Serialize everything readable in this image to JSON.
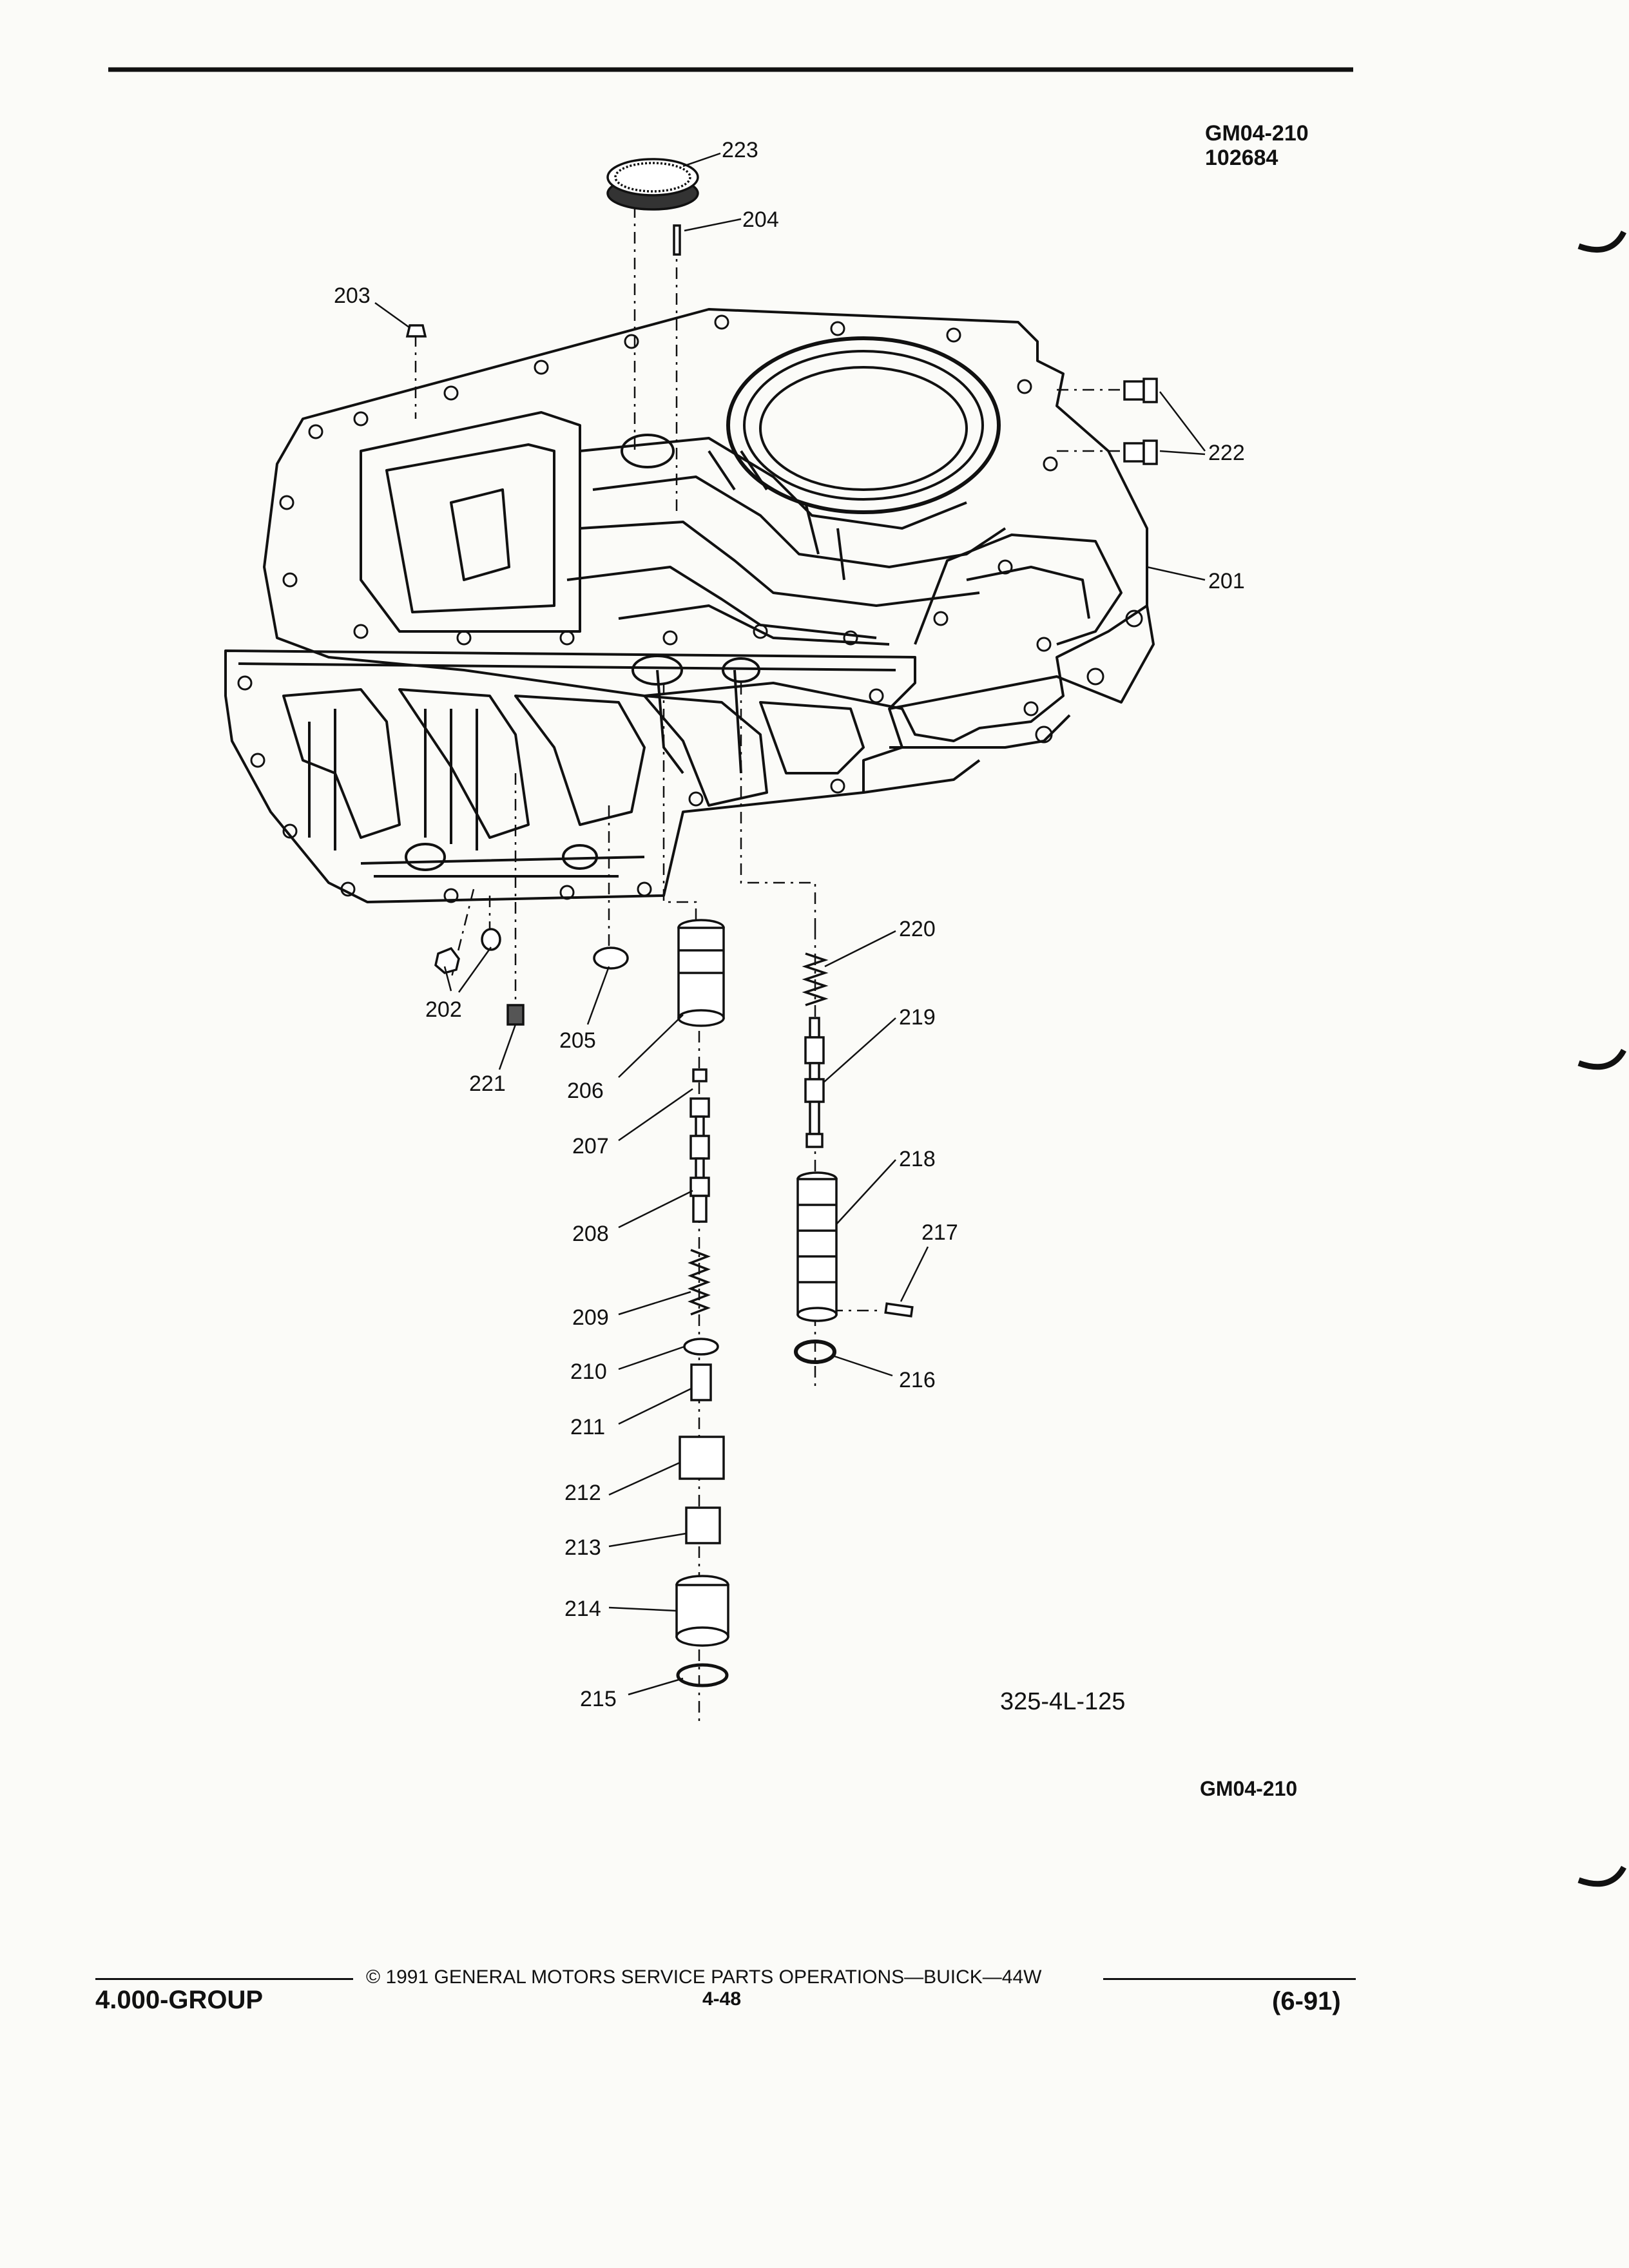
{
  "header": {
    "code": "GM04-210",
    "number": "102684"
  },
  "callouts": [
    {
      "id": "201",
      "label": "201"
    },
    {
      "id": "202",
      "label": "202"
    },
    {
      "id": "203",
      "label": "203"
    },
    {
      "id": "204",
      "label": "204"
    },
    {
      "id": "205",
      "label": "205"
    },
    {
      "id": "206",
      "label": "206"
    },
    {
      "id": "207",
      "label": "207"
    },
    {
      "id": "208",
      "label": "208"
    },
    {
      "id": "209",
      "label": "209"
    },
    {
      "id": "210",
      "label": "210"
    },
    {
      "id": "211",
      "label": "211"
    },
    {
      "id": "212",
      "label": "212"
    },
    {
      "id": "213",
      "label": "213"
    },
    {
      "id": "214",
      "label": "214"
    },
    {
      "id": "215",
      "label": "215"
    },
    {
      "id": "216",
      "label": "216"
    },
    {
      "id": "217",
      "label": "217"
    },
    {
      "id": "218",
      "label": "218"
    },
    {
      "id": "219",
      "label": "219"
    },
    {
      "id": "220",
      "label": "220"
    },
    {
      "id": "221",
      "label": "221"
    },
    {
      "id": "222",
      "label": "222"
    },
    {
      "id": "223",
      "label": "223"
    }
  ],
  "figure_ref": "325-4L-125",
  "footer_code": "GM04-210",
  "footer": {
    "group": "4.000-GROUP",
    "copyright": "©  1991  GENERAL MOTORS SERVICE PARTS OPERATIONS—BUICK—44W",
    "page": "4-48",
    "date": "(6-91)"
  }
}
